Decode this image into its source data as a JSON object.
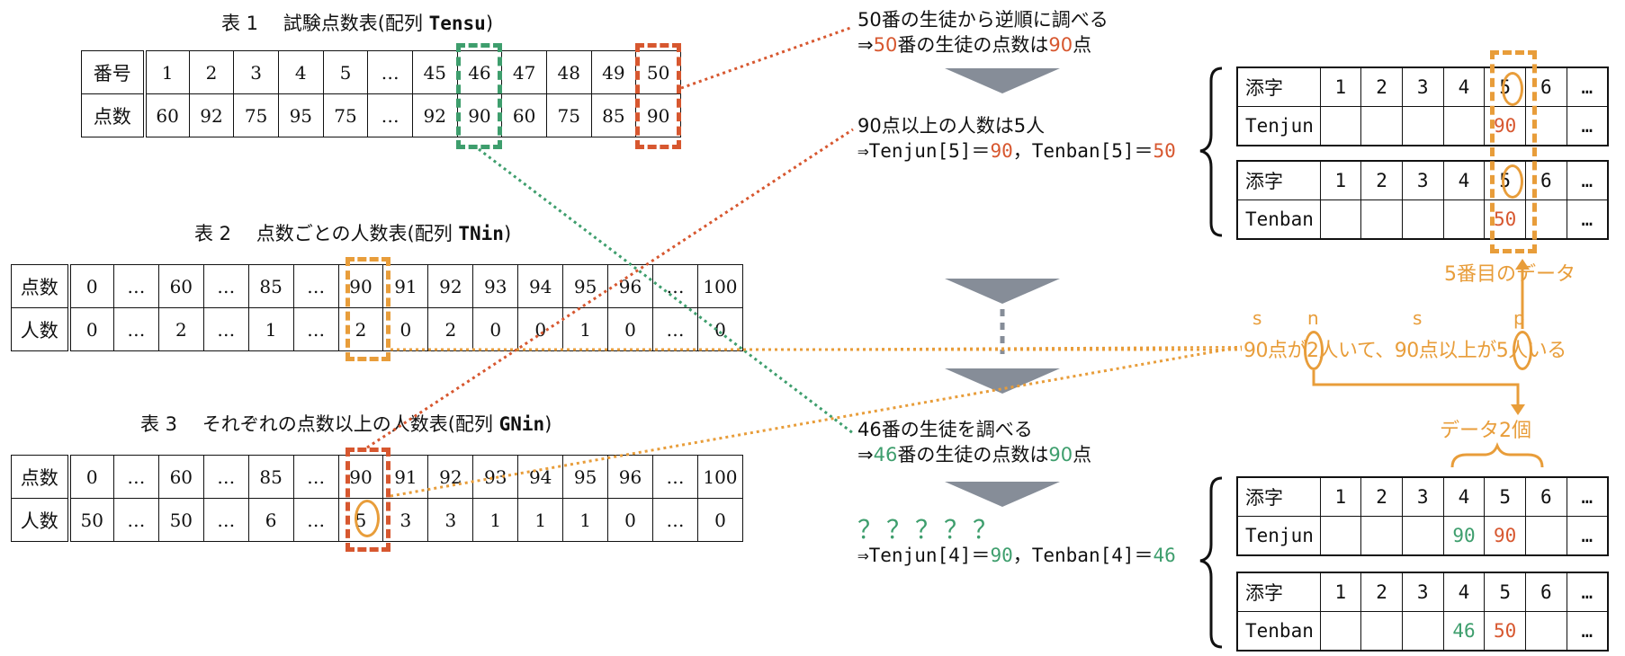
{
  "captions": {
    "t1": {
      "prefix": "表 1　 試験点数表(配列 ",
      "name": "Tensu",
      "suffix": ")"
    },
    "t2": {
      "prefix": "表 2　 点数ごとの人数表(配列 ",
      "name": "TNin",
      "suffix": ")"
    },
    "t3": {
      "prefix": "表 3　 それぞれの点数以上の人数表(配列 ",
      "name": "GNin",
      "suffix": ")"
    }
  },
  "table1": {
    "rows": [
      {
        "head": "番号",
        "cells": [
          "1",
          "2",
          "3",
          "4",
          "5",
          "…",
          "45",
          "46",
          "47",
          "48",
          "49",
          "50"
        ]
      },
      {
        "head": "点数",
        "cells": [
          "60",
          "92",
          "75",
          "95",
          "75",
          "…",
          "92",
          "90",
          "60",
          "75",
          "85",
          "90"
        ]
      }
    ]
  },
  "table2": {
    "rows": [
      {
        "head": "点数",
        "cells": [
          "0",
          "…",
          "60",
          "…",
          "85",
          "…",
          "90",
          "91",
          "92",
          "93",
          "94",
          "95",
          "96",
          "…",
          "100"
        ]
      },
      {
        "head": "人数",
        "cells": [
          "0",
          "…",
          "2",
          "…",
          "1",
          "…",
          "2",
          "0",
          "2",
          "0",
          "0",
          "1",
          "0",
          "…",
          "0"
        ]
      }
    ]
  },
  "table3": {
    "rows": [
      {
        "head": "点数",
        "cells": [
          "0",
          "…",
          "60",
          "…",
          "85",
          "…",
          "90",
          "91",
          "92",
          "93",
          "94",
          "95",
          "96",
          "…",
          "100"
        ]
      },
      {
        "head": "人数",
        "cells": [
          "50",
          "…",
          "50",
          "…",
          "6",
          "…",
          "5",
          "3",
          "3",
          "1",
          "1",
          "1",
          "0",
          "…",
          "0"
        ]
      }
    ]
  },
  "notes": {
    "n1_line1": "50番の生徒から逆順に調べる",
    "n1_arrow": "⇒",
    "n1_num": "50",
    "n1_mid": "番の生徒の点数は",
    "n1_score": "90",
    "n1_end": "点",
    "n2_line1": "90点以上の人数は5人",
    "n2_a": "⇒Tenjun[5]＝",
    "n2_v1": "90",
    "n2_b": "，Tenban[5]＝",
    "n2_v2": "50",
    "n3_line1": "46番の生徒を調べる",
    "n3_arrow": "⇒",
    "n3_num": "46",
    "n3_mid": "番の生徒の点数は",
    "n3_score": "90",
    "n3_end": "点",
    "n4_q": "？？？？？",
    "n4_a": "⇒Tenjun[4]＝",
    "n4_v1": "90",
    "n4_b": "，Tenban[4]＝",
    "n4_v2": "46"
  },
  "annotations": {
    "fifth_data": "5番目のデータ",
    "letters": {
      "s1": "s",
      "n": "n",
      "s2": "s",
      "p": "p"
    },
    "sentence": {
      "a": "90点が",
      "b": "2",
      "c": "人いて、90点以上が",
      "d": "5",
      "e": "人いる"
    },
    "two_items": "データ2個"
  },
  "idx_top": {
    "tenjun": {
      "head": "添字",
      "cols": [
        "1",
        "2",
        "3",
        "4",
        "5",
        "6",
        "…"
      ],
      "label": "Tenjun",
      "vals": [
        "",
        "",
        "",
        "",
        "90",
        "",
        "…"
      ]
    },
    "tenban": {
      "head": "添字",
      "cols": [
        "1",
        "2",
        "3",
        "4",
        "5",
        "6",
        "…"
      ],
      "label": "Tenban",
      "vals": [
        "",
        "",
        "",
        "",
        "50",
        "",
        "…"
      ]
    }
  },
  "idx_bot": {
    "tenjun": {
      "head": "添字",
      "cols": [
        "1",
        "2",
        "3",
        "4",
        "5",
        "6",
        "…"
      ],
      "label": "Tenjun",
      "vals": [
        "",
        "",
        "",
        "90",
        "90",
        "",
        "…"
      ]
    },
    "tenban": {
      "head": "添字",
      "cols": [
        "1",
        "2",
        "3",
        "4",
        "5",
        "6",
        "…"
      ],
      "label": "Tenban",
      "vals": [
        "",
        "",
        "",
        "46",
        "50",
        "",
        "…"
      ]
    }
  },
  "colors": {
    "red": "#d7572f",
    "green": "#3e9e6d",
    "orange": "#e89d3a",
    "gray": "#868d98"
  }
}
